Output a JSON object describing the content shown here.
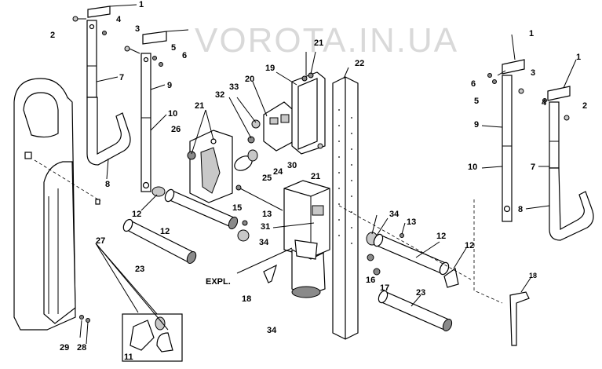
{
  "watermark": "VOROTA.IN.UA",
  "expl_label": "EXPL.",
  "callouts": [
    {
      "id": "c1a",
      "text": "1"
    },
    {
      "id": "c1b",
      "text": "1"
    },
    {
      "id": "c1c",
      "text": "1"
    },
    {
      "id": "c2a",
      "text": "2"
    },
    {
      "id": "c2b",
      "text": "2"
    },
    {
      "id": "c3a",
      "text": "3"
    },
    {
      "id": "c3b",
      "text": "3"
    },
    {
      "id": "c4a",
      "text": "4"
    },
    {
      "id": "c4b",
      "text": "4"
    },
    {
      "id": "c5a",
      "text": "5"
    },
    {
      "id": "c5b",
      "text": "5"
    },
    {
      "id": "c6a",
      "text": "6"
    },
    {
      "id": "c6b",
      "text": "6"
    },
    {
      "id": "c7a",
      "text": "7"
    },
    {
      "id": "c7b",
      "text": "7"
    },
    {
      "id": "c8a",
      "text": "8"
    },
    {
      "id": "c8b",
      "text": "8"
    },
    {
      "id": "c9a",
      "text": "9"
    },
    {
      "id": "c9b",
      "text": "9"
    },
    {
      "id": "c10a",
      "text": "10"
    },
    {
      "id": "c10b",
      "text": "10"
    },
    {
      "id": "c11",
      "text": "11"
    },
    {
      "id": "c12a",
      "text": "12"
    },
    {
      "id": "c12b",
      "text": "12"
    },
    {
      "id": "c12c",
      "text": "12"
    },
    {
      "id": "c12d",
      "text": "12"
    },
    {
      "id": "c13a",
      "text": "13"
    },
    {
      "id": "c13b",
      "text": "13"
    },
    {
      "id": "c15",
      "text": "15"
    },
    {
      "id": "c16",
      "text": "16"
    },
    {
      "id": "c17",
      "text": "17"
    },
    {
      "id": "c18a",
      "text": "18"
    },
    {
      "id": "c18b",
      "text": "18"
    },
    {
      "id": "c19",
      "text": "19"
    },
    {
      "id": "c20",
      "text": "20"
    },
    {
      "id": "c21a",
      "text": "21"
    },
    {
      "id": "c21b",
      "text": "21"
    },
    {
      "id": "c21c",
      "text": "21"
    },
    {
      "id": "c22",
      "text": "22"
    },
    {
      "id": "c23a",
      "text": "23"
    },
    {
      "id": "c23b",
      "text": "23"
    },
    {
      "id": "c24",
      "text": "24"
    },
    {
      "id": "c25",
      "text": "25"
    },
    {
      "id": "c26",
      "text": "26"
    },
    {
      "id": "c27",
      "text": "27"
    },
    {
      "id": "c28",
      "text": "28"
    },
    {
      "id": "c29",
      "text": "29"
    },
    {
      "id": "c30",
      "text": "30"
    },
    {
      "id": "c31",
      "text": "31"
    },
    {
      "id": "c32",
      "text": "32"
    },
    {
      "id": "c33",
      "text": "33"
    },
    {
      "id": "c34a",
      "text": "34"
    },
    {
      "id": "c34b",
      "text": "34"
    },
    {
      "id": "c34c",
      "text": "34"
    }
  ]
}
